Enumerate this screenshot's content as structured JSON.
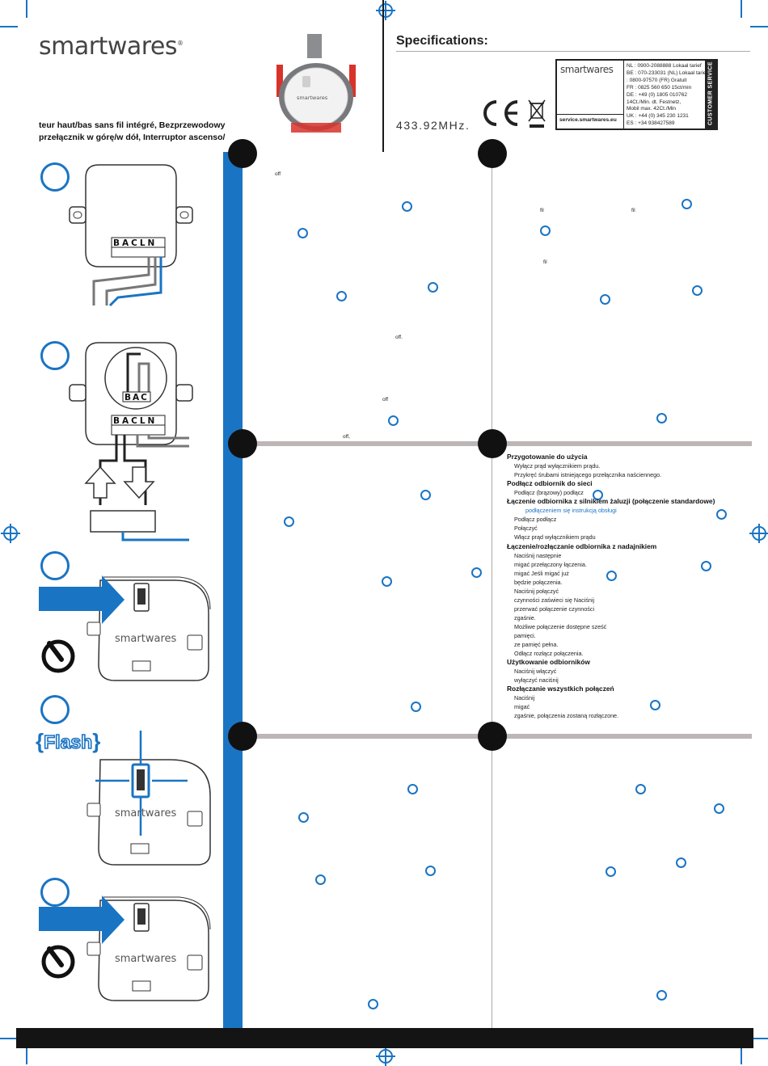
{
  "brand": {
    "logo_text": "smartwares",
    "accent_color": "#1a74c4"
  },
  "header": {
    "multilang_line1": "teur haut/bas sans fil intégré, Bezprzewodowy",
    "multilang_line2": "przełącznik w górę/w dół, Interruptor ascenso/",
    "specifications_title": "Specifications:",
    "frequency": "433.92MHz.",
    "product_label": "smartwares"
  },
  "customer_service": {
    "logo_text": "smartwares",
    "lines": [
      "NL : 0900-2088888      Lokaal tarief",
      "BE : 070-233031  (NL)  Lokaal tarief",
      "     : 0800-97570  (FR)  Gratuit",
      "FR : 0825 560 650       15ct/min",
      "DE : +49 (0) 1805 010762",
      "         14Ct./Min. dt. Festnetz,",
      "         Mobil max. 42Ct./Min",
      "UK : +44 (0) 345 230 1231",
      "ES : +34  938427589"
    ],
    "website": "service.smartwares.eu",
    "side_label": "CUSTOMER SERVICE"
  },
  "figures": {
    "terminal_labels": "BACLN",
    "terminal_labels_small": "BAC",
    "flash_label": "Flash",
    "device_label": "smartwares"
  },
  "col1_fragments": [
    "off",
    "off.",
    "off",
    "off,"
  ],
  "col2_top_fragments": [
    "fil",
    "fil",
    "fil"
  ],
  "polish": [
    {
      "t": "Przygotowanie do użycia",
      "style": "b"
    },
    {
      "t": "Wyłącz prąd wyłącznikiem prądu.",
      "style": "n"
    },
    {
      "t": "Przykręć           śrubami            istniejącego przełącznika naściennego.",
      "style": "n"
    },
    {
      "t": "Podłącz odbiornik do sieci",
      "style": "b"
    },
    {
      "t": "Podłącz                 (brązowy)            podłącz",
      "style": "n"
    },
    {
      "t": "Łączenie odbiornika z silnikiem żaluzji (połączenie standardowe)",
      "style": "b"
    },
    {
      "t": "podłączeniem                się   instrukcją obsługi",
      "style": "blue"
    },
    {
      "t": "Podłącz                                                    podłącz",
      "style": "n"
    },
    {
      "t": "Połączyć",
      "style": "n"
    },
    {
      "t": "Włącz prąd wyłącznikiem prądu",
      "style": "n"
    },
    {
      "t": "Łączenie/rozłączanie odbiornika z nadajnikiem",
      "style": "b"
    },
    {
      "t": "Naciśnij                                                           następnie",
      "style": "n"
    },
    {
      "t": "migać                                         przełączony           łączenia.",
      "style": "n"
    },
    {
      "t": "migać                          Jeśli                        migać już",
      "style": "n"
    },
    {
      "t": "będzie połączenia.",
      "style": "n"
    },
    {
      "t": "Naciśnij                                   połączyć",
      "style": "n"
    },
    {
      "t": "czynności zaświeci się                                       Naciśnij",
      "style": "n"
    },
    {
      "t": "przerwać połączenie                                                  czynności",
      "style": "n"
    },
    {
      "t": "zgaśnie.",
      "style": "n"
    },
    {
      "t": "Możliwe       połączenie                                      dostępne sześć",
      "style": "n"
    },
    {
      "t": "pamięci.",
      "style": "n"
    },
    {
      "t": "ze pamięć       pełna.",
      "style": "n"
    },
    {
      "t": "Odłącz                            rozłącz              połączenia.",
      "style": "n"
    },
    {
      "t": "Użytkowanie odbiorników",
      "style": "b"
    },
    {
      "t": "Naciśnij                                           włączyć",
      "style": "n"
    },
    {
      "t": "wyłączyć              naciśnij",
      "style": "n"
    },
    {
      "t": "Rozłączanie wszystkich połączeń",
      "style": "b"
    },
    {
      "t": "Naciśnij",
      "style": "n"
    },
    {
      "t": "migać",
      "style": "n"
    },
    {
      "t": "zgaśnie,              połączenia zostaną rozłączone.",
      "style": "n"
    }
  ]
}
